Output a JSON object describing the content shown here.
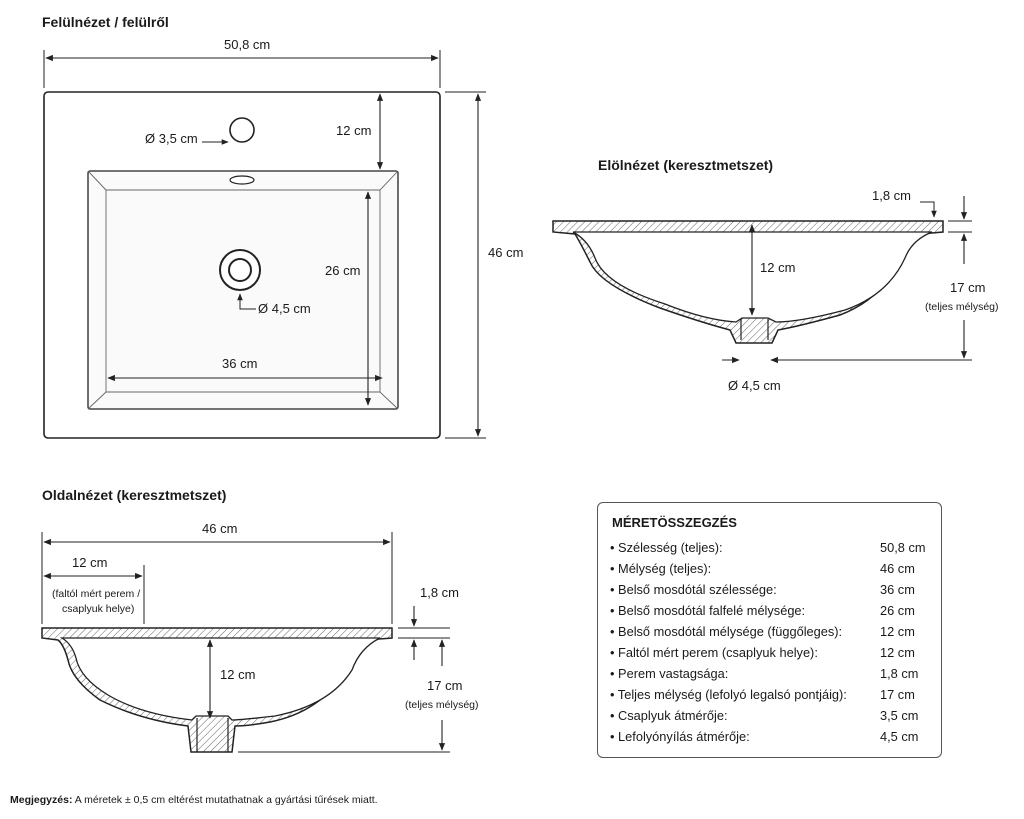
{
  "views": {
    "top": {
      "title": "Felülnézet / felülről",
      "width": "50,8 cm",
      "depth": "46 cm",
      "back_to_bowl": "12 cm",
      "bowl_depth": "26 cm",
      "bowl_width": "36 cm",
      "tap_hole": "Ø 3,5 cm",
      "drain": "Ø 4,5 cm"
    },
    "front": {
      "title": "Elölnézet (keresztmetszet)",
      "rim": "1,8 cm",
      "bowl_depth": "12 cm",
      "total_depth": "17 cm",
      "total_depth_note": "(teljes mélység)",
      "drain": "Ø 4,5 cm"
    },
    "side": {
      "title": "Oldalnézet (keresztmetszet)",
      "depth": "46 cm",
      "rim_from_wall": "12 cm",
      "rim_from_wall_note_1": "(faltól mért perem /",
      "rim_from_wall_note_2": "csaplyuk helye)",
      "rim": "1,8 cm",
      "bowl_depth": "12 cm",
      "total_depth": "17 cm",
      "total_depth_note": "(teljes mélység)"
    }
  },
  "summary": {
    "title": "MÉRETÖSSZEGZÉS",
    "rows": [
      {
        "label": "• Szélesség (teljes):",
        "value": "50,8 cm"
      },
      {
        "label": "• Mélység (teljes):",
        "value": "46 cm"
      },
      {
        "label": "• Belső mosdótál szélessége:",
        "value": "36 cm"
      },
      {
        "label": "• Belső mosdótál falfelé mélysége:",
        "value": "26 cm"
      },
      {
        "label": "• Belső mosdótál mélysége (függőleges):",
        "value": "12 cm"
      },
      {
        "label": "• Faltól mért perem (csaplyuk helye):",
        "value": "12 cm"
      },
      {
        "label": "• Perem vastagsága:",
        "value": "1,8 cm"
      },
      {
        "label": "• Teljes mélység (lefolyó legalsó pontjáig):",
        "value": "17 cm"
      },
      {
        "label": "• Csaplyuk átmérője:",
        "value": "3,5 cm"
      },
      {
        "label": "• Lefolyónyílás átmérője:",
        "value": "4,5 cm"
      }
    ]
  },
  "note": {
    "label": "Megjegyzés:",
    "text": " A méretek ± 0,5 cm eltérést mutathatnak a gyártási tűrések miatt."
  }
}
